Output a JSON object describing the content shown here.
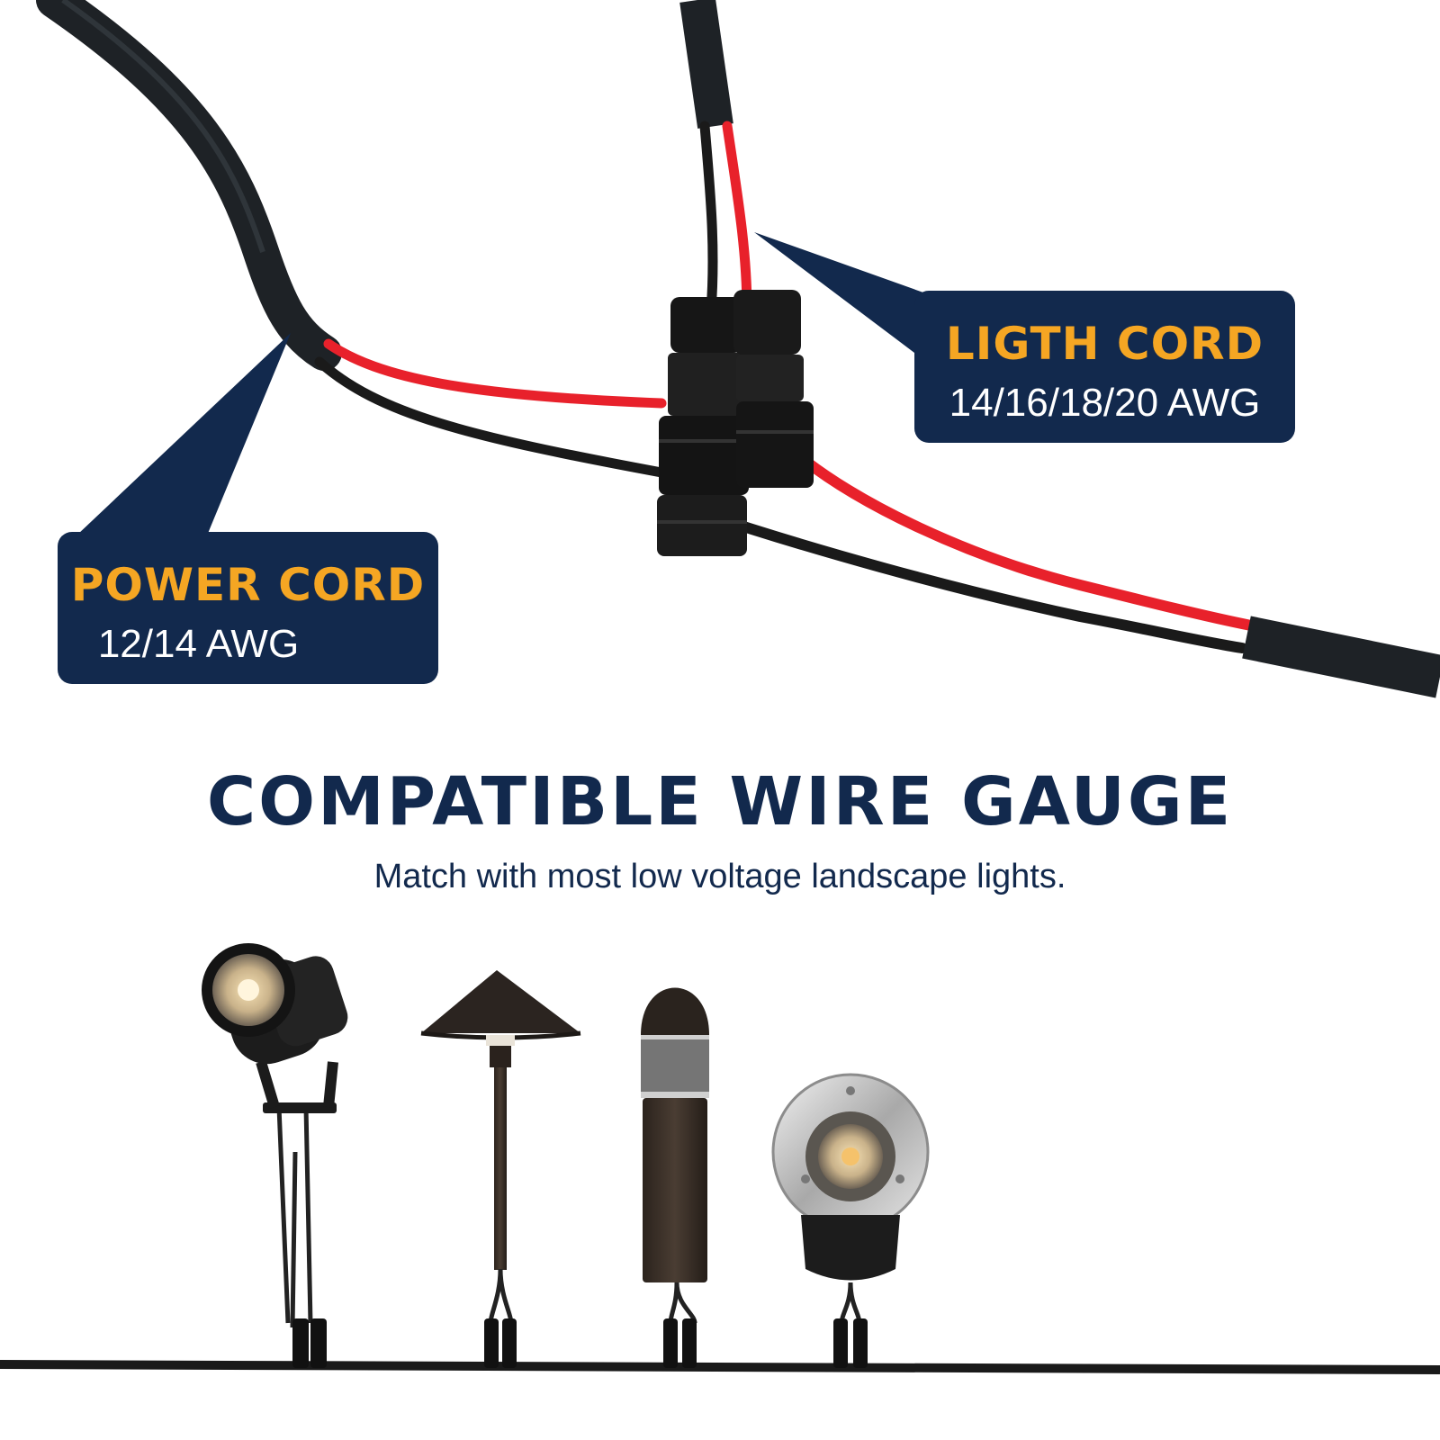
{
  "callouts": {
    "power": {
      "heading": "POWER CORD",
      "spec": "12/14 AWG"
    },
    "light": {
      "heading": "LIGTH CORD",
      "spec": "14/16/18/20 AWG"
    }
  },
  "headline": "COMPATIBLE WIRE GAUGE",
  "subheadline": "Match with most low voltage landscape lights.",
  "colors": {
    "navy": "#12294d",
    "orange": "#f5a623",
    "wire_red": "#e8212b",
    "wire_black": "#1a1a1a"
  },
  "lights": [
    {
      "type": "spotlight",
      "icon": "spotlight-icon"
    },
    {
      "type": "path-light",
      "icon": "path-light-icon"
    },
    {
      "type": "bollard-light",
      "icon": "bollard-light-icon"
    },
    {
      "type": "in-ground-light",
      "icon": "well-light-icon"
    }
  ]
}
